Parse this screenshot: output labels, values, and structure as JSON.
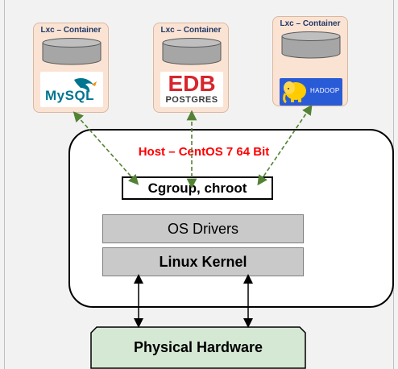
{
  "containers": [
    {
      "label": "Lxc – Container",
      "app": "MySQL",
      "logo_text": "MySQL"
    },
    {
      "label": "Lxc – Container",
      "app": "EDB Postgres",
      "logo_main": "EDB",
      "logo_sub": "POSTGRES"
    },
    {
      "label": "Lxc – Container",
      "app": "Hadoop",
      "logo_text": "HADOOP"
    }
  ],
  "host": {
    "title": "Host – CentOS 7 64 Bit"
  },
  "cgroup": {
    "label": "Cgroup, chroot"
  },
  "layers": {
    "drivers": "OS Drivers",
    "kernel": "Linux Kernel"
  },
  "hardware": {
    "label": "Physical Hardware"
  },
  "colors": {
    "container_fill": "#fbe3d4",
    "container_title": "#1f3864",
    "host_title": "#ff0000",
    "dashed_arrow": "#548235",
    "layer_fill": "#c9c9c9",
    "hardware_fill": "#d5e8d4",
    "mysql_blue": "#00758f",
    "mysql_orange": "#f29111",
    "edb_red": "#d7262d",
    "hadoop_blue": "#2a5bd7",
    "hadoop_yellow": "#ffcc00"
  }
}
